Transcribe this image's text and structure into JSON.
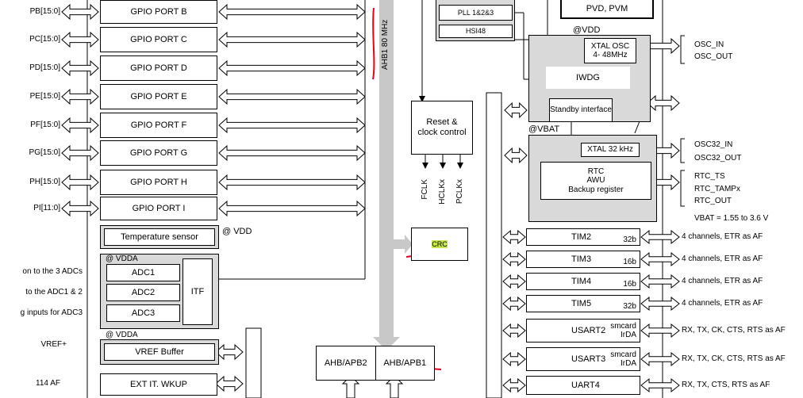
{
  "gpio_ports": [
    {
      "pin": "PB[15:0]",
      "port": "GPIO PORT B"
    },
    {
      "pin": "PC[15:0]",
      "port": "GPIO PORT C"
    },
    {
      "pin": "PD[15:0]",
      "port": "GPIO PORT D"
    },
    {
      "pin": "PE[15:0]",
      "port": "GPIO PORT E"
    },
    {
      "pin": "PF[15:0]",
      "port": "GPIO PORT F"
    },
    {
      "pin": "PG[15:0]",
      "port": "GPIO PORT G"
    },
    {
      "pin": "PH[15:0]",
      "port": "GPIO PORT H"
    },
    {
      "pin": "PI[11:0]",
      "port": "GPIO PORT I"
    }
  ],
  "temp_sensor": "Temperature sensor",
  "vdd": "@ VDD",
  "vdda": "@ VDDA",
  "adcs": [
    "ADC1",
    "ADC2",
    "ADC3"
  ],
  "itf": "ITF",
  "adc_inputs": [
    "on to the 3 ADCs",
    "to the ADC1 & 2",
    "g inputs for ADC3"
  ],
  "vref": "VREF+",
  "vref_buffer": "VREF Buffer",
  "exti_af": "114 AF",
  "exti": "EXT IT. WKUP",
  "ahb_bus": "AHB1 80 MHz",
  "pll": "PLL 1&2&3",
  "hsi": "HSI48",
  "pvd": "PVD, PVM",
  "reset_clock": "Reset & clock control",
  "clk_outputs": [
    "FCLK",
    "HCLKx",
    "PCLKx"
  ],
  "crc": "CRC",
  "ahb_apb2": "AHB/APB2",
  "ahb_apb1": "AHB/APB1",
  "vdd_domain": "@VDD",
  "xtal_osc": "XTAL OSC\n4- 48MHz",
  "iwdg": "IWDG",
  "standby": "Standby interface",
  "osc_in": "OSC_IN",
  "osc_out": "OSC_OUT",
  "vbat_domain": "@VBAT",
  "xtal32": "XTAL 32 kHz",
  "rtc_block": "RTC\nAWU\nBackup register",
  "osc32_in": "OSC32_IN",
  "osc32_out": "OSC32_OUT",
  "rtc_ts": "RTC_TS",
  "rtc_tampx": "RTC_TAMPx",
  "rtc_out": "RTC_OUT",
  "vbat_range": "VBAT = 1.55 to 3.6 V",
  "timers": [
    {
      "name": "TIM2",
      "bits": "32b",
      "io": "4 channels, ETR as AF"
    },
    {
      "name": "TIM3",
      "bits": "16b",
      "io": "4 channels, ETR as AF"
    },
    {
      "name": "TIM4",
      "bits": "16b",
      "io": "4 channels, ETR as AF"
    },
    {
      "name": "TIM5",
      "bits": "32b",
      "io": "4 channels, ETR as AF"
    }
  ],
  "usarts": [
    {
      "name": "USART2",
      "extra": "smcard\nIrDA",
      "io": "RX, TX, CK, CTS, RTS as AF"
    },
    {
      "name": "USART3",
      "extra": "smcard\nIrDA",
      "io": "RX, TX, CK, CTS, RTS as AF"
    }
  ],
  "uart4": {
    "name": "UART4",
    "io": "RX, TX, CTS, RTS as AF"
  },
  "colors": {
    "annotation_red": "#e8001c",
    "bus_gray": "#c8c8c8",
    "block_gray": "#d9d9d9",
    "crc_highlight": "#c6e84a"
  }
}
